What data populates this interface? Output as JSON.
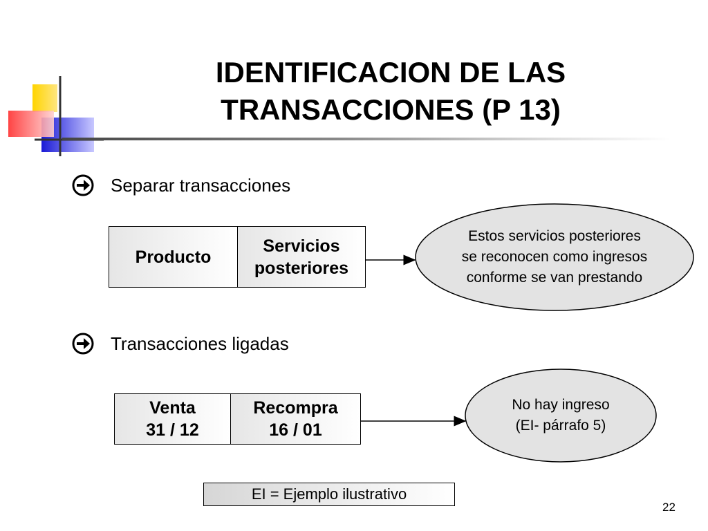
{
  "slide": {
    "title_line1": "IDENTIFICACION DE LAS",
    "title_line2": "TRANSACCIONES (P 13)",
    "page_number": "22"
  },
  "section1": {
    "bullet_text": "Separar transacciones",
    "box_left": "Producto",
    "box_right_line1": "Servicios",
    "box_right_line2": "posteriores",
    "note_line1": "Estos servicios posteriores",
    "note_line2": "se reconocen como ingresos",
    "note_line3": "conforme se van prestando"
  },
  "section2": {
    "bullet_text": "Transacciones ligadas",
    "box_left_line1": "Venta",
    "box_left_line2": "31 / 12",
    "box_right_line1": "Recompra",
    "box_right_line2": "16 / 01",
    "note_line1": "No hay ingreso",
    "note_line2": "(EI- párrafo 5)"
  },
  "legend": {
    "text": "EI = Ejemplo ilustrativo"
  }
}
